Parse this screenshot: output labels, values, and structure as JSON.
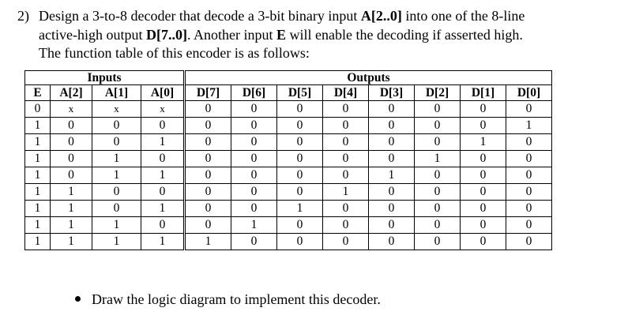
{
  "question": {
    "number": "2)",
    "line1_a": "Design a 3-to-8 decoder that decode a 3-bit binary input ",
    "line1_b": "A[2..0]",
    "line1_c": " into one of the 8-line",
    "line2_a": "active-high output ",
    "line2_b": "D[7..0]",
    "line2_c": ". Another input ",
    "line2_d": "E",
    "line2_e": " will enable the decoding if asserted high.",
    "line3": "The function table of this encoder is as follows:"
  },
  "table": {
    "group_inputs": "Inputs",
    "group_outputs": "Outputs",
    "headers": [
      "E",
      "A[2]",
      "A[1]",
      "A[0]",
      "D[7]",
      "D[6]",
      "D[5]",
      "D[4]",
      "D[3]",
      "D[2]",
      "D[1]",
      "D[0]"
    ],
    "rows": [
      [
        "0",
        "x",
        "x",
        "x",
        "0",
        "0",
        "0",
        "0",
        "0",
        "0",
        "0",
        "0"
      ],
      [
        "1",
        "0",
        "0",
        "0",
        "0",
        "0",
        "0",
        "0",
        "0",
        "0",
        "0",
        "1"
      ],
      [
        "1",
        "0",
        "0",
        "1",
        "0",
        "0",
        "0",
        "0",
        "0",
        "0",
        "1",
        "0"
      ],
      [
        "1",
        "0",
        "1",
        "0",
        "0",
        "0",
        "0",
        "0",
        "0",
        "1",
        "0",
        "0"
      ],
      [
        "1",
        "0",
        "1",
        "1",
        "0",
        "0",
        "0",
        "0",
        "1",
        "0",
        "0",
        "0"
      ],
      [
        "1",
        "1",
        "0",
        "0",
        "0",
        "0",
        "0",
        "1",
        "0",
        "0",
        "0",
        "0"
      ],
      [
        "1",
        "1",
        "0",
        "1",
        "0",
        "0",
        "1",
        "0",
        "0",
        "0",
        "0",
        "0"
      ],
      [
        "1",
        "1",
        "1",
        "0",
        "0",
        "1",
        "0",
        "0",
        "0",
        "0",
        "0",
        "0"
      ],
      [
        "1",
        "1",
        "1",
        "1",
        "1",
        "0",
        "0",
        "0",
        "0",
        "0",
        "0",
        "0"
      ]
    ]
  },
  "bullet": {
    "text": "Draw the logic diagram to implement this decoder."
  }
}
